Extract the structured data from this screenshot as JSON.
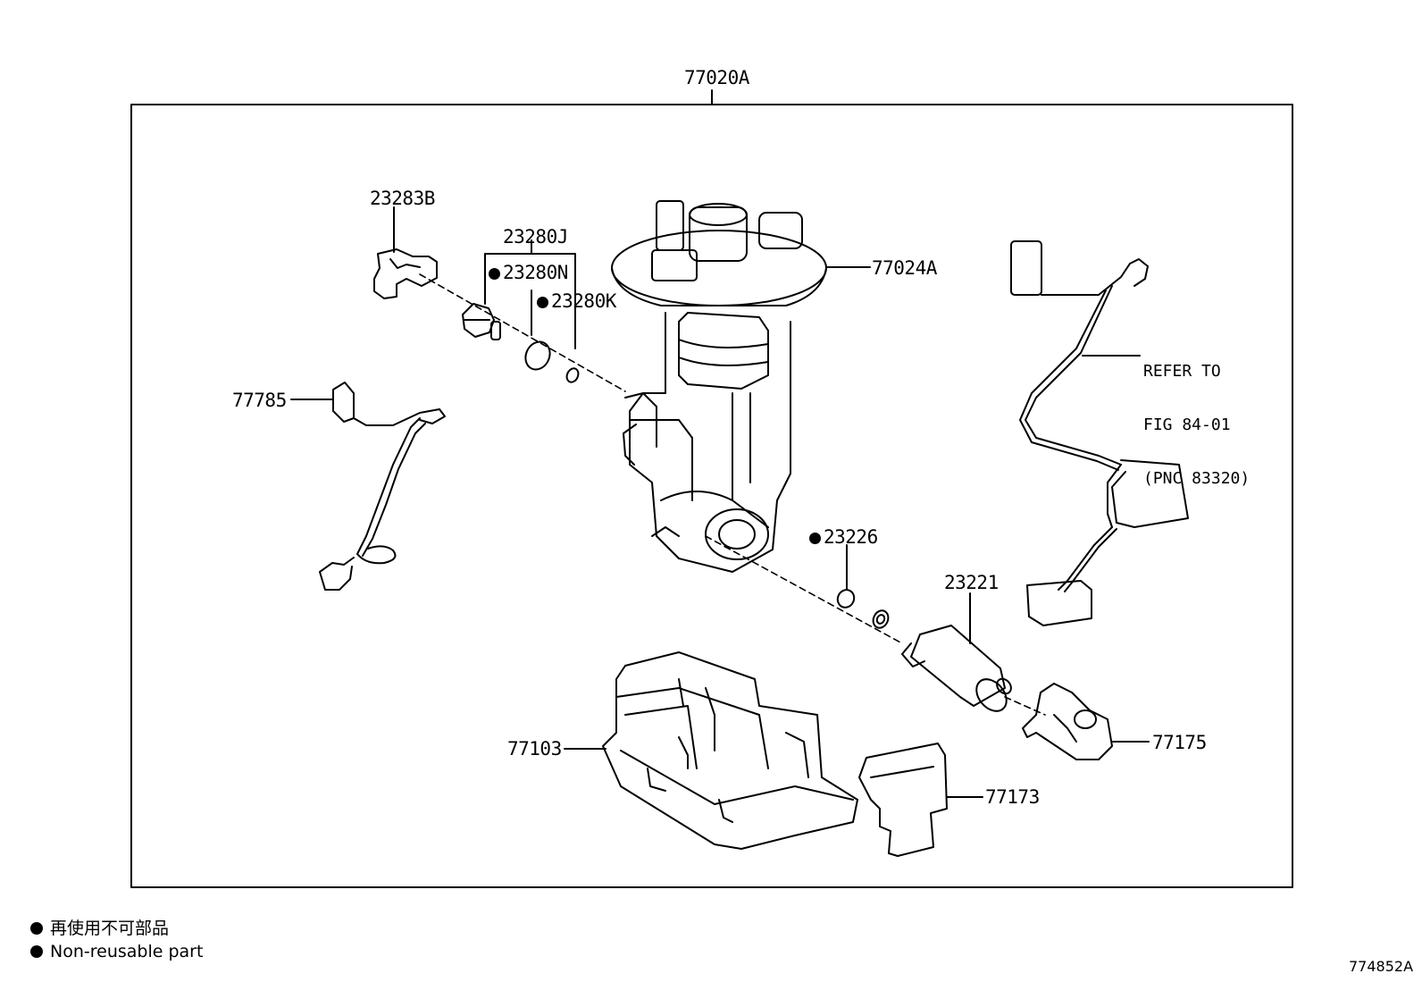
{
  "assembly_label": "77020A",
  "parts": {
    "p23283B": "23283B",
    "p23280J": "23280J",
    "p23280N": "23280N",
    "p23280K": "23280K",
    "p77024A": "77024A",
    "p77785": "77785",
    "p23226": "23226",
    "p23221": "23221",
    "p77103": "77103",
    "p77175": "77175",
    "p77173": "77173"
  },
  "refer_note": {
    "line1": "REFER TO",
    "line2": "FIG 84-01",
    "line3": "(PNC 83320)"
  },
  "legend": {
    "line_jp": "再使用不可部品",
    "line_en": "Non-reusable part"
  },
  "figure_id": "774852A",
  "non_reusable_marker": "black-dot",
  "line_color": "#000000"
}
